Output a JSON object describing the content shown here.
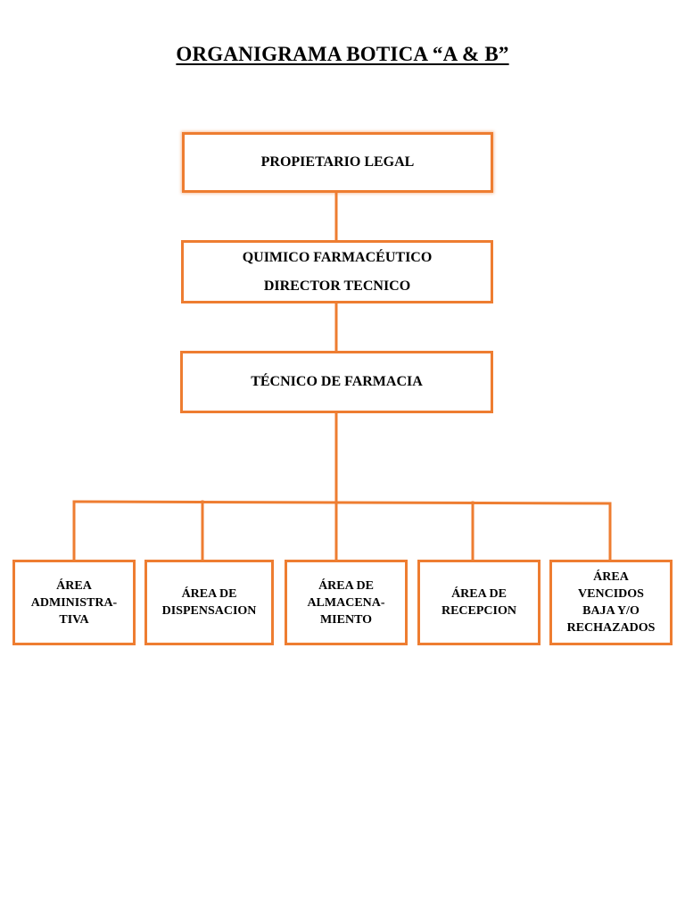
{
  "title": "ORGANIGRAMA BOTICA “A & B”",
  "colors": {
    "box_border": "#ee7d31",
    "connector": "#ee7d31",
    "text": "#000000"
  },
  "nodes": {
    "owner": {
      "lines": [
        "PROPIETARIO LEGAL"
      ]
    },
    "chemist": {
      "lines": [
        "QUIMICO FARMACÉUTICO",
        "DIRECTOR TECNICO"
      ]
    },
    "technician": {
      "lines": [
        "TÉCNICO DE FARMACIA"
      ]
    },
    "areas": [
      {
        "lines": [
          "ÁREA",
          "ADMINISTRA-",
          "TIVA"
        ]
      },
      {
        "lines": [
          "ÁREA DE",
          "DISPENSACION"
        ]
      },
      {
        "lines": [
          "ÁREA DE",
          "ALMACENA-",
          "MIENTO"
        ]
      },
      {
        "lines": [
          "ÁREA DE",
          "RECEPCION"
        ]
      },
      {
        "lines": [
          "ÁREA",
          "VENCIDOS",
          "BAJA Y/O",
          "RECHAZADOS"
        ]
      }
    ]
  },
  "edges": [
    [
      "owner",
      "chemist"
    ],
    [
      "chemist",
      "technician"
    ],
    [
      "technician",
      "areas.0"
    ],
    [
      "technician",
      "areas.1"
    ],
    [
      "technician",
      "areas.2"
    ],
    [
      "technician",
      "areas.3"
    ],
    [
      "technician",
      "areas.4"
    ]
  ]
}
